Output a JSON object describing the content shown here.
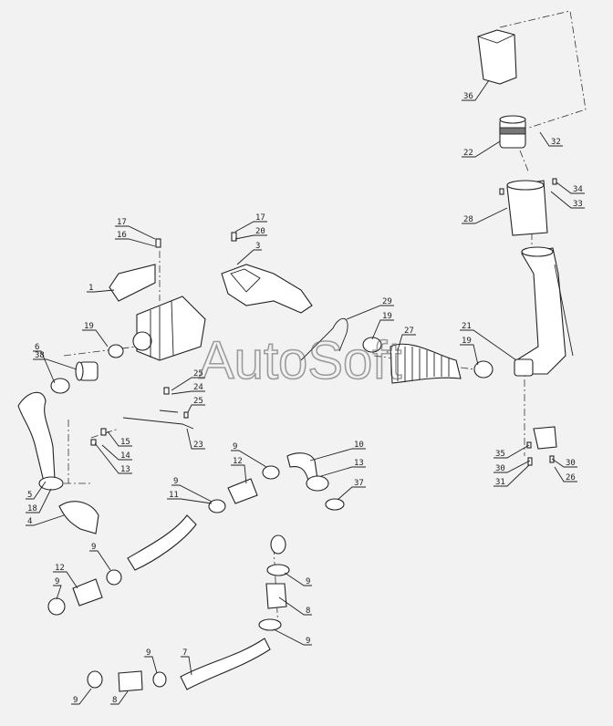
{
  "watermark": "AutoSoft",
  "labels": [
    "36",
    "22",
    "32",
    "34",
    "33",
    "28",
    "17",
    "16",
    "17",
    "20",
    "3",
    "1",
    "29",
    "19",
    "27",
    "21",
    "19",
    "19",
    "6",
    "38",
    "25",
    "24",
    "25",
    "23",
    "15",
    "14",
    "13",
    "9",
    "10",
    "12",
    "13",
    "37",
    "5",
    "18",
    "4",
    "11",
    "9",
    "12",
    "9",
    "9",
    "9",
    "8",
    "9",
    "9",
    "7",
    "9",
    "8",
    "35",
    "30",
    "31",
    "30",
    "26"
  ]
}
